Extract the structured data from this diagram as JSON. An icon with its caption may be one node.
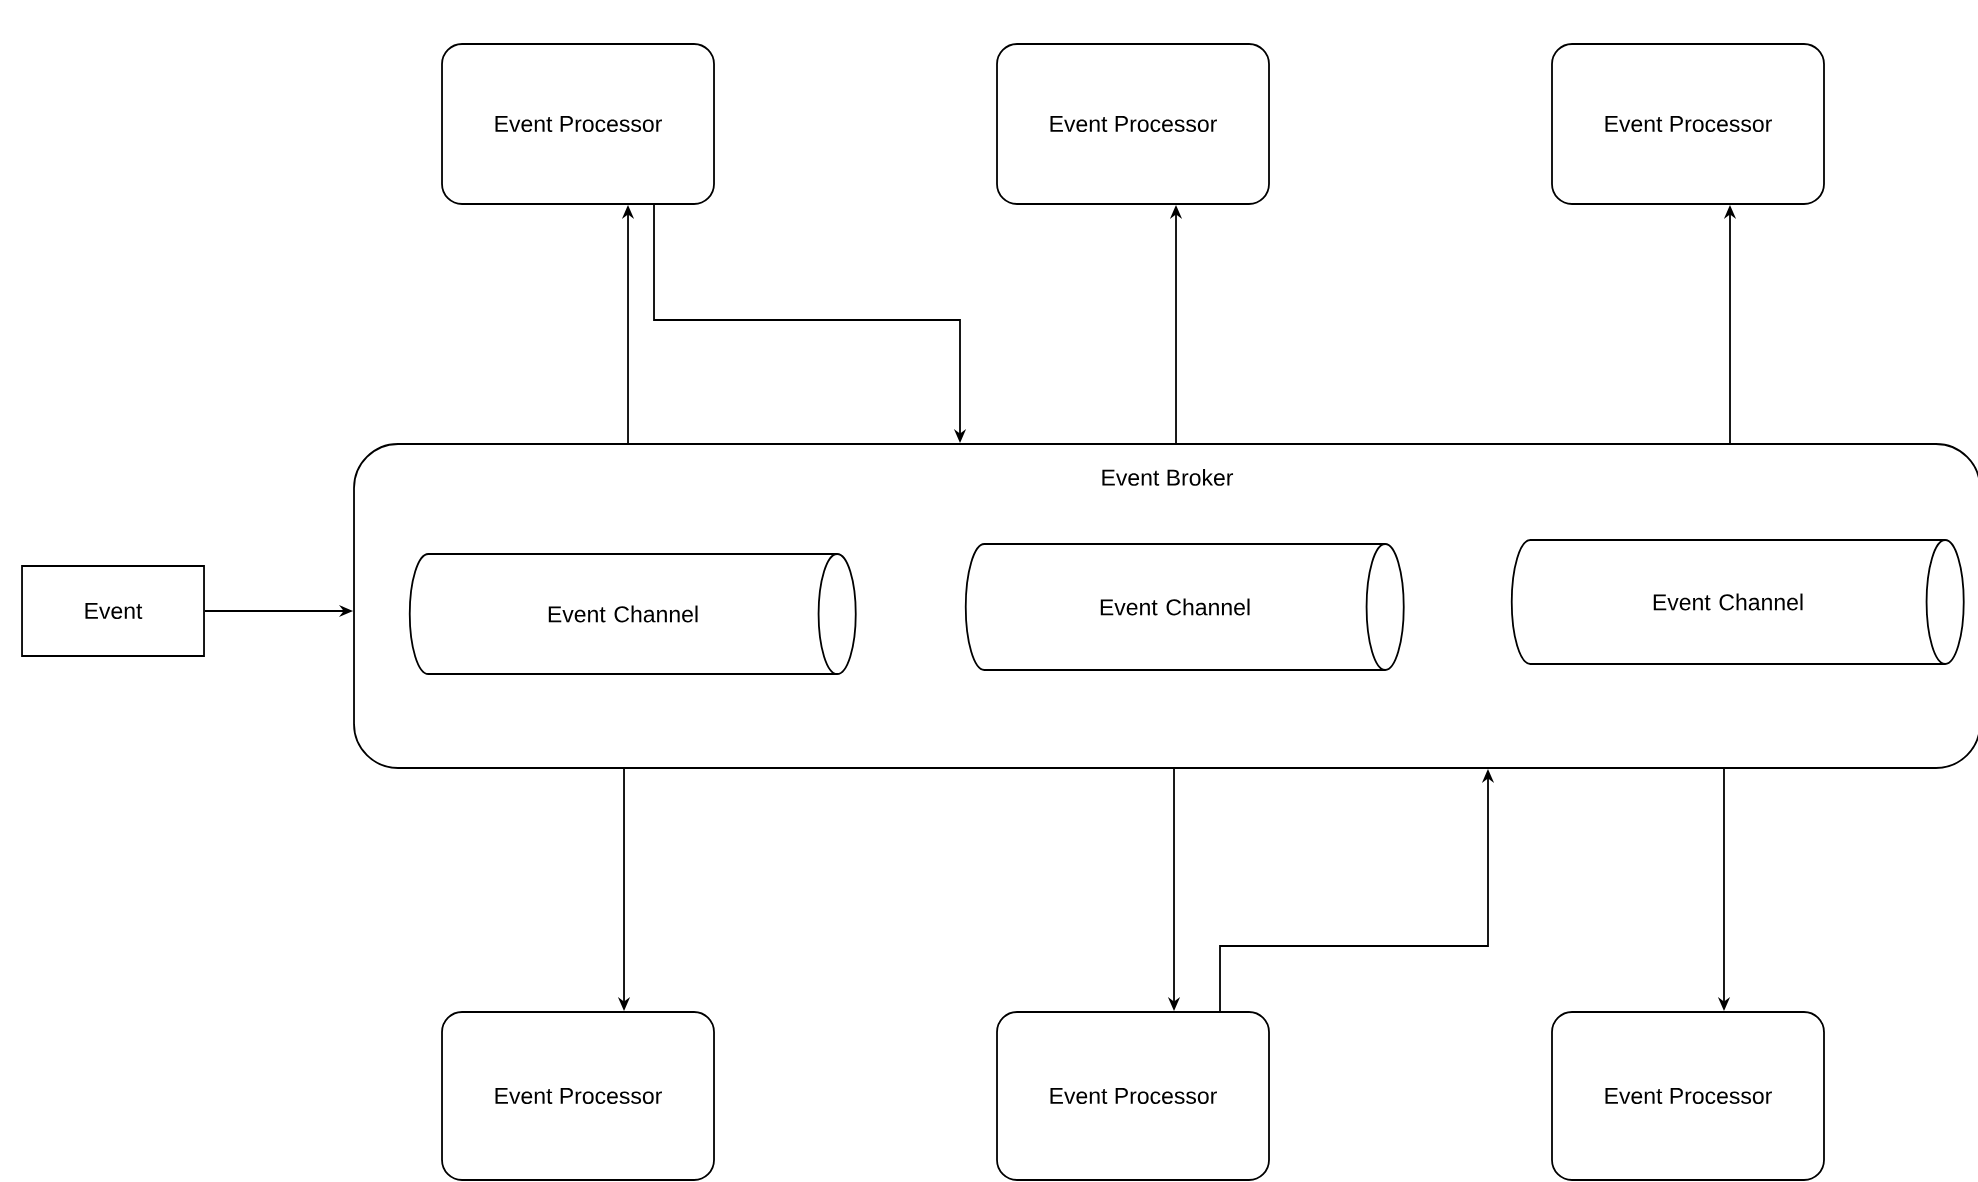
{
  "diagram": {
    "nodes": [
      {
        "text": [
          "Event Broker"
        ]
      },
      {
        "text": [
          "Event Channel"
        ],
        "in": 0
      },
      {
        "text": [
          "Event Channel"
        ],
        "in": 0
      },
      {
        "text": [
          "Event Channel"
        ],
        "in": 0
      },
      {
        "text": [
          "Event"
        ]
      },
      {
        "text": [
          "Event Processor"
        ]
      },
      {
        "text": [
          "Event Processor"
        ]
      },
      {
        "text": [
          "Event Processor"
        ]
      },
      {
        "text": [
          "Event Processor"
        ]
      },
      {
        "text": [
          "Event Processor"
        ]
      },
      {
        "text": [
          "Event Processor"
        ]
      }
    ],
    "edges": [
      {
        "from": 4,
        "to": 0,
        "arrow": "to"
      },
      {
        "from": 0,
        "to": 5,
        "arrow": "to"
      },
      {
        "from": 5,
        "to": 0,
        "arrow": "to"
      },
      {
        "from": 0,
        "to": 6,
        "arrow": "to"
      },
      {
        "from": 0,
        "to": 7,
        "arrow": "to"
      },
      {
        "from": 0,
        "to": 8,
        "arrow": "to"
      },
      {
        "from": 0,
        "to": 9,
        "arrow": "to"
      },
      {
        "from": 9,
        "to": 0,
        "arrow": "to"
      },
      {
        "from": 0,
        "to": 10,
        "arrow": "to"
      }
    ]
  }
}
